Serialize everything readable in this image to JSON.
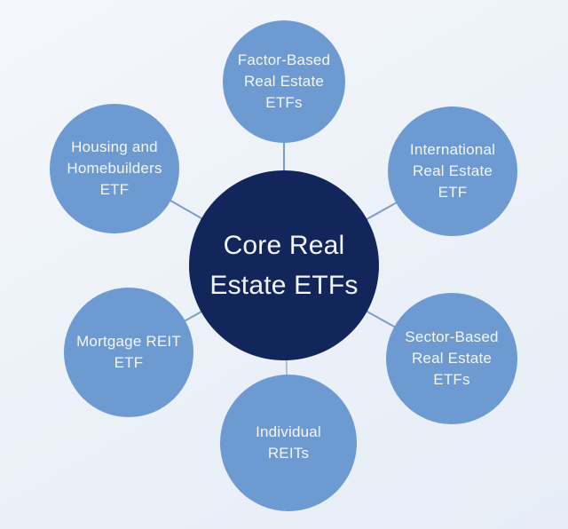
{
  "diagram": {
    "title": "Core Real Estate ETFs radial diagram",
    "center": {
      "label": "Core Real Estate ETFs",
      "lines": [
        "Core Real",
        "Estate ETFs"
      ]
    },
    "nodes": [
      {
        "id": "factor-based",
        "label": "Factor-Based Real Estate ETFs",
        "lines": [
          "Factor-Based",
          "Real Estate",
          "ETFs"
        ]
      },
      {
        "id": "international",
        "label": "International Real Estate ETF",
        "lines": [
          "International",
          "Real Estate",
          "ETF"
        ]
      },
      {
        "id": "sector-based",
        "label": "Sector-Based Real Estate ETFs",
        "lines": [
          "Sector-Based",
          "Real Estate",
          "ETFs"
        ]
      },
      {
        "id": "individual",
        "label": "Individual REITs",
        "lines": [
          "Individual",
          "REITs"
        ]
      },
      {
        "id": "mortgage",
        "label": "Mortgage REIT ETF",
        "lines": [
          "Mortgage REIT",
          "ETF"
        ]
      },
      {
        "id": "housing",
        "label": "Housing and Homebuilders ETF",
        "lines": [
          "Housing and",
          "Homebuilders",
          "ETF"
        ]
      }
    ],
    "colors": {
      "center_fill": "#13265c",
      "node_fill": "#6d9ad1",
      "connector": "#7d9cc6",
      "text": "#f2f6fa",
      "background_top": "#f4f7fb",
      "background_bottom": "#e6edf6"
    }
  }
}
